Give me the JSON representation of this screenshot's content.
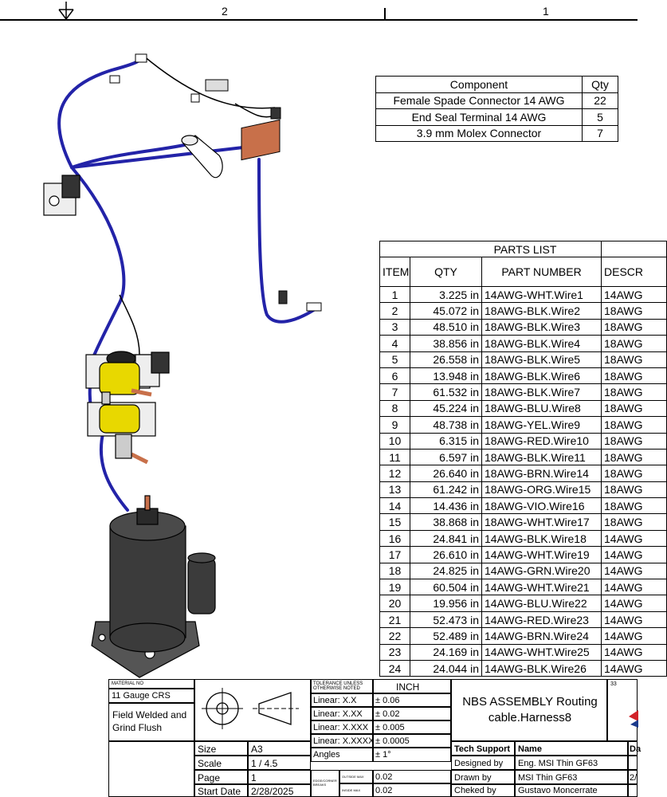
{
  "ruler": {
    "zones": [
      "2",
      "1"
    ]
  },
  "component_table": {
    "headers": [
      "Component",
      "Qty"
    ],
    "rows": [
      [
        "Female Spade Connector 14 AWG",
        "22"
      ],
      [
        "End Seal Terminal 14 AWG",
        "5"
      ],
      [
        "3.9 mm Molex Connector",
        "7"
      ]
    ]
  },
  "parts_list": {
    "title": "PARTS LIST",
    "headers": [
      "ITEM",
      "QTY",
      "PART NUMBER",
      "DESCR"
    ],
    "rows": [
      [
        "1",
        "3.225 in",
        "14AWG-WHT.Wire1",
        "14AWG"
      ],
      [
        "2",
        "45.072 in",
        "18AWG-BLK.Wire2",
        "18AWG"
      ],
      [
        "3",
        "48.510 in",
        "18AWG-BLK.Wire3",
        "18AWG"
      ],
      [
        "4",
        "38.856 in",
        "18AWG-BLK.Wire4",
        "18AWG"
      ],
      [
        "5",
        "26.558 in",
        "18AWG-BLK.Wire5",
        "18AWG"
      ],
      [
        "6",
        "13.948 in",
        "18AWG-BLK.Wire6",
        "18AWG"
      ],
      [
        "7",
        "61.532 in",
        "18AWG-BLK.Wire7",
        "18AWG"
      ],
      [
        "8",
        "45.224 in",
        "18AWG-BLU.Wire8",
        "18AWG"
      ],
      [
        "9",
        "48.738 in",
        "18AWG-YEL.Wire9",
        "18AWG"
      ],
      [
        "10",
        "6.315 in",
        "18AWG-RED.Wire10",
        "18AWG"
      ],
      [
        "11",
        "6.597 in",
        "18AWG-BLK.Wire11",
        "18AWG"
      ],
      [
        "12",
        "26.640 in",
        "18AWG-BRN.Wire14",
        "18AWG"
      ],
      [
        "13",
        "61.242 in",
        "18AWG-ORG.Wire15",
        "18AWG"
      ],
      [
        "14",
        "14.436 in",
        "18AWG-VIO.Wire16",
        "18AWG"
      ],
      [
        "15",
        "38.868 in",
        "18AWG-WHT.Wire17",
        "18AWG"
      ],
      [
        "16",
        "24.841 in",
        "14AWG-BLK.Wire18",
        "14AWG"
      ],
      [
        "17",
        "26.610 in",
        "14AWG-WHT.Wire19",
        "14AWG"
      ],
      [
        "18",
        "24.825 in",
        "14AWG-GRN.Wire20",
        "14AWG"
      ],
      [
        "19",
        "60.504 in",
        "14AWG-WHT.Wire21",
        "14AWG"
      ],
      [
        "20",
        "19.956 in",
        "14AWG-BLU.Wire22",
        "14AWG"
      ],
      [
        "21",
        "52.473 in",
        "14AWG-RED.Wire23",
        "14AWG"
      ],
      [
        "22",
        "52.489 in",
        "14AWG-BRN.Wire24",
        "14AWG"
      ],
      [
        "23",
        "24.169 in",
        "14AWG-WHT.Wire25",
        "14AWG"
      ],
      [
        "24",
        "24.044 in",
        "14AWG-BLK.Wire26",
        "14AWG"
      ]
    ]
  },
  "title_block": {
    "material_label": "MATERIAL NO",
    "material": "11 Gauge CRS",
    "finish": "Field Welded and Grind Flush",
    "size_label": "Size",
    "size": "A3",
    "scale_label": "Scale",
    "scale": "1 / 4.5",
    "page_label": "Page",
    "page": "1",
    "start_date_label": "Start Date",
    "start_date": "2/28/2025",
    "tolerance_label": "TOLERANCE UNLESS OTHERWISE NOTED",
    "units": "INCH",
    "tolerances": [
      [
        "Linear: X.X",
        "± 0.06"
      ],
      [
        "Linear: X.XX",
        "± 0.02"
      ],
      [
        "Linear: X.XXX",
        "± 0.005"
      ],
      [
        "Linear: X.XXXX",
        "± 0.0005"
      ],
      [
        "Angles",
        "± 1°"
      ]
    ],
    "edge_label": "EDGE/CORNER BREAKS",
    "outside_max_label": "OUTSIDE MAX",
    "outside_max": "0.02",
    "inside_max_label": "INSIDE MAX",
    "inside_max": "0.02",
    "assembly_title": "NBS ASSEMBLY Routing cable.Harness8",
    "tech_support_label": "Tech Support",
    "name_label": "Name",
    "designed_by_label": "Designed by",
    "designed_by": "Eng. MSI Thin GF63",
    "drawn_by_label": "Drawn by",
    "drawn_by": "MSI Thin GF63",
    "checked_by_label": "Cheked by",
    "checked_by": "Gustavo Moncerrate",
    "right_partial": [
      "33",
      "Da",
      "2/"
    ]
  },
  "colors": {
    "wire": "#2323a8",
    "compressor": "#3b3b3b",
    "coil": "#e8d800",
    "valve_body": "#eeeeee",
    "copper": "#c8704a"
  }
}
